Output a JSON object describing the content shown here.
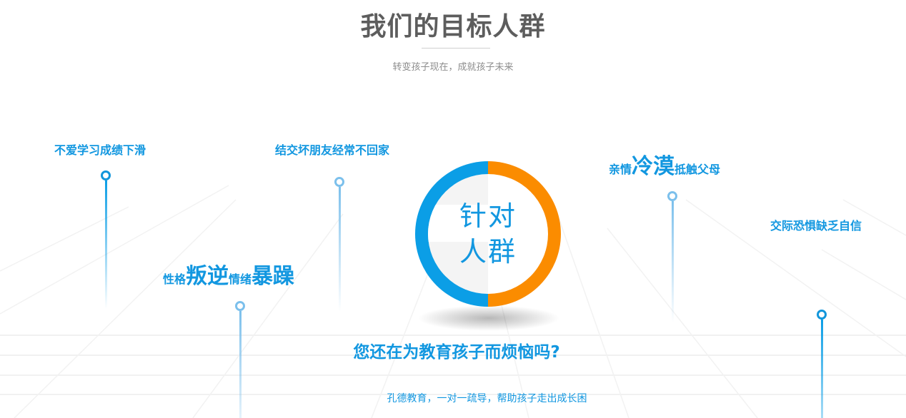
{
  "header": {
    "title": "我们的目标人群",
    "subtitle": "转变孩子现在，成就孩子未来"
  },
  "center_badge": {
    "line1": "针对",
    "line2": "人群",
    "colors": {
      "left": "#0b9ee6",
      "right": "#fb8c00"
    }
  },
  "problems": [
    {
      "text": "不爱学习成绩下滑"
    },
    {
      "text": "结交坏朋友经常不回家"
    },
    {
      "parts": [
        "性格",
        "叛逆",
        "情绪",
        "暴躁"
      ]
    },
    {
      "parts": [
        "亲情",
        "冷漠",
        "抵触父母"
      ]
    },
    {
      "text": "交际恐惧缺乏自信"
    }
  ],
  "footer": {
    "question": "您还在为教育孩子而烦恼吗?",
    "tagline": "孔德教育，一对一疏导，帮助孩子走出成长困"
  },
  "theme": {
    "accent_blue": "#1297e0",
    "light_blue": "#7cc0ec",
    "orange": "#fb8c00",
    "title_gray": "#5d5d5d"
  }
}
